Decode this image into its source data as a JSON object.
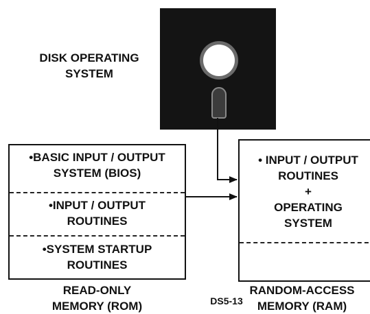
{
  "disk": {
    "label_line1": "DISK OPERATING",
    "label_line2": "SYSTEM"
  },
  "rom": {
    "bios_line1": "•BASIC INPUT / OUTPUT",
    "bios_line2": "SYSTEM (BIOS)",
    "io_line1": "•INPUT / OUTPUT",
    "io_line2": "ROUTINES",
    "startup_line1": "•SYSTEM STARTUP",
    "startup_line2": "ROUTINES",
    "caption_line1": "READ-ONLY",
    "caption_line2": "MEMORY (ROM)"
  },
  "ram": {
    "io_line1": "• INPUT / OUTPUT",
    "io_line2": "ROUTINES",
    "plus": "+",
    "os_line1": "OPERATING",
    "os_line2": "SYSTEM",
    "caption_line1": "RANDOM-ACCESS",
    "caption_line2": "MEMORY (RAM)"
  },
  "figure_code": "DS5-13"
}
